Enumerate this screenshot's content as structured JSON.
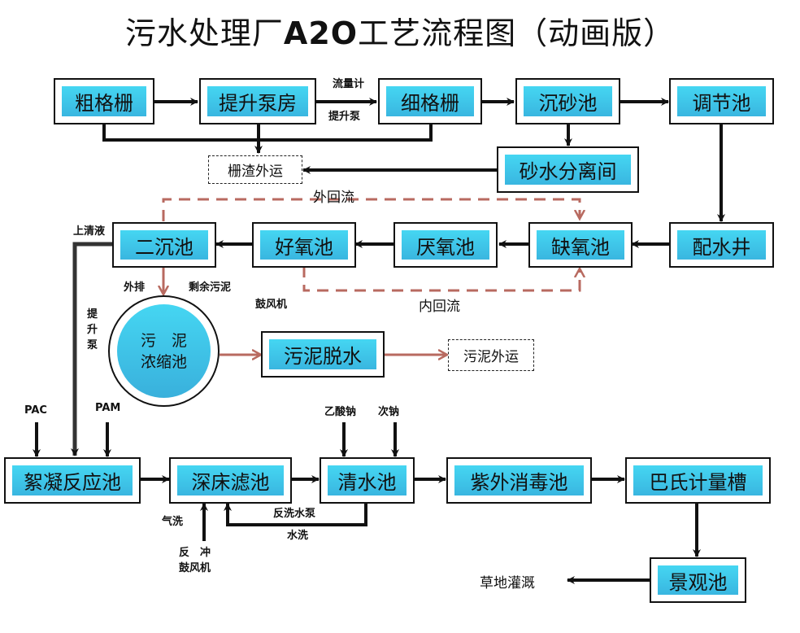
{
  "title": {
    "prefix": "污水处理厂",
    "code": "A2O",
    "suffix": "工艺流程图（动画版）"
  },
  "colors": {
    "node_fill_top": "#45d6f2",
    "node_fill_bottom": "#39b6e0",
    "flow_line": "#111111",
    "sludge_line": "#b86a60"
  },
  "nodes": {
    "coarse_screen": "粗格栅",
    "lift_pump_house": "提升泵房",
    "fine_screen": "细格栅",
    "grit_chamber": "沉砂池",
    "equalization_tank": "调节池",
    "sand_water_separator": "砂水分离间",
    "distribution_well": "配水井",
    "anoxic_tank": "缺氧池",
    "anaerobic_tank": "厌氧池",
    "aerobic_tank": "好氧池",
    "secondary_clarifier": "二沉池",
    "sludge_thickener_line1": "污　泥",
    "sludge_thickener_line2": "浓缩池",
    "sludge_dewatering": "污泥脱水",
    "flocculation_tank": "絮凝反应池",
    "deep_bed_filter": "深床滤池",
    "clear_water_tank": "清水池",
    "uv_disinfection": "紫外消毒池",
    "parshall_flume": "巴氏计量槽",
    "landscape_pond": "景观池"
  },
  "outputs": {
    "screenings_haul": "栅渣外运",
    "sludge_haul": "污泥外运",
    "lawn_irrigation": "草地灌溉"
  },
  "labels": {
    "flow_meter": "流量计",
    "lift_pump": "提升泵",
    "external_return": "外回流",
    "internal_return": "内回流",
    "supernatant": "上清液",
    "discharge": "外排",
    "excess_sludge": "剩余污泥",
    "blower": "鼓风机",
    "lift_pump_vertical": [
      "提",
      "升",
      "泵"
    ],
    "pac": "PAC",
    "pam": "PAM",
    "sodium_acetate": "乙酸钠",
    "hypochlorite": "次钠",
    "air_wash": "气洗",
    "backwash_pump": "反洗水泵",
    "water_wash": "水洗",
    "backwash_blower_line1": "反　冲",
    "backwash_blower_line2": "鼓风机"
  }
}
